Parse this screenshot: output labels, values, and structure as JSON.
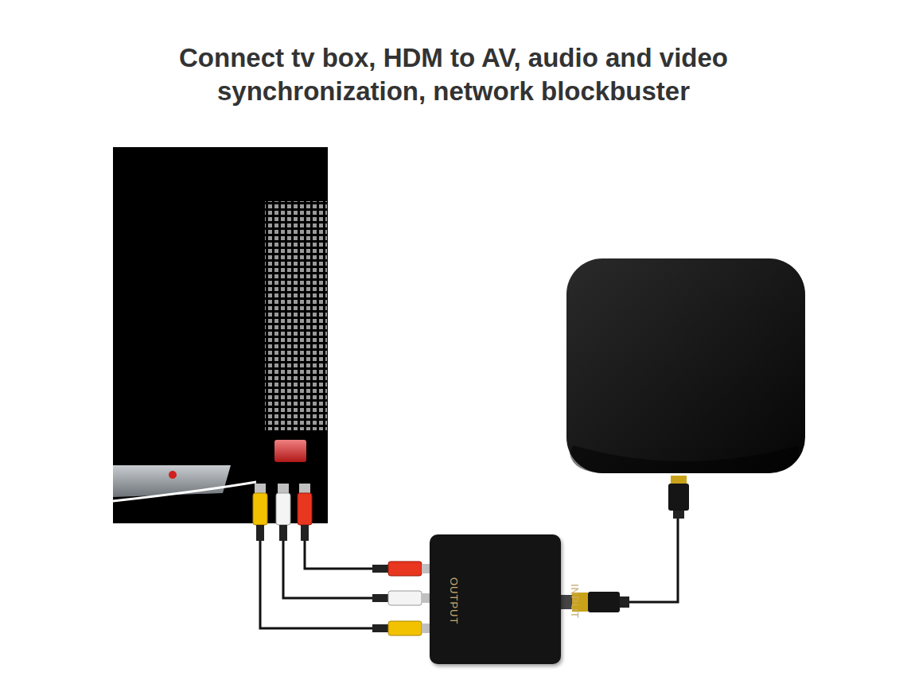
{
  "diagram": {
    "title": "Connect tv box, HDM to AV, audio and video synchronization, network blockbuster",
    "nodes": [
      {
        "text": [
          "OUTPUT",
          "INPUT"
        ]
      }
    ]
  }
}
